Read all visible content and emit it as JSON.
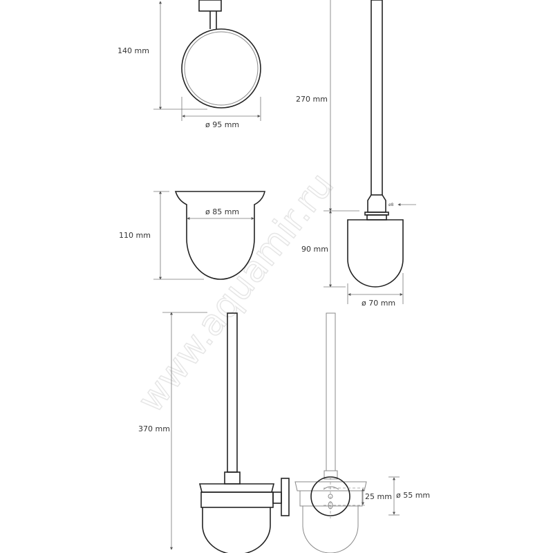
{
  "watermark": "www.aquamir.ru",
  "dimensions": {
    "holder_height": "140 mm",
    "holder_diameter": "ø 95 mm",
    "cup_height": "110 mm",
    "cup_diameter": "ø 85 mm",
    "brush_handle_length": "270 mm",
    "brush_neck_diameter": "ø8",
    "brush_head_height": "90 mm",
    "brush_head_diameter": "ø 70 mm",
    "total_height": "370 mm",
    "mount_hole_spacing": "25 mm",
    "mount_plate_diameter": "ø 55 mm"
  }
}
